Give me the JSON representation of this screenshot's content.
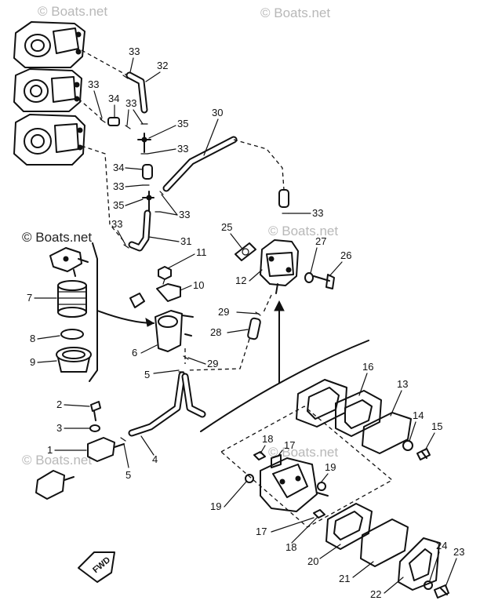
{
  "watermark": "© Boats.net",
  "forward_marker": "FWD",
  "callouts": [
    {
      "id": "c33a",
      "label": "33"
    },
    {
      "id": "c32",
      "label": "32"
    },
    {
      "id": "c33b",
      "label": "33"
    },
    {
      "id": "c34a",
      "label": "34"
    },
    {
      "id": "c33c",
      "label": "33"
    },
    {
      "id": "c35a",
      "label": "35"
    },
    {
      "id": "c33d",
      "label": "33"
    },
    {
      "id": "c30",
      "label": "30"
    },
    {
      "id": "c34b",
      "label": "34"
    },
    {
      "id": "c33e",
      "label": "33"
    },
    {
      "id": "c35b",
      "label": "35"
    },
    {
      "id": "c33f",
      "label": "33"
    },
    {
      "id": "c33g",
      "label": "33"
    },
    {
      "id": "c33h",
      "label": "33"
    },
    {
      "id": "c31",
      "label": "31"
    },
    {
      "id": "c25",
      "label": "25"
    },
    {
      "id": "c27",
      "label": "27"
    },
    {
      "id": "c26",
      "label": "26"
    },
    {
      "id": "c12",
      "label": "12"
    },
    {
      "id": "c11",
      "label": "11"
    },
    {
      "id": "c10",
      "label": "10"
    },
    {
      "id": "c7",
      "label": "7"
    },
    {
      "id": "c8",
      "label": "8"
    },
    {
      "id": "c9",
      "label": "9"
    },
    {
      "id": "c6",
      "label": "6"
    },
    {
      "id": "c29a",
      "label": "29"
    },
    {
      "id": "c28",
      "label": "28"
    },
    {
      "id": "c29b",
      "label": "29"
    },
    {
      "id": "c5a",
      "label": "5"
    },
    {
      "id": "c16",
      "label": "16"
    },
    {
      "id": "c13",
      "label": "13"
    },
    {
      "id": "c14",
      "label": "14"
    },
    {
      "id": "c15",
      "label": "15"
    },
    {
      "id": "c2",
      "label": "2"
    },
    {
      "id": "c3",
      "label": "3"
    },
    {
      "id": "c1",
      "label": "1"
    },
    {
      "id": "c4",
      "label": "4"
    },
    {
      "id": "c5b",
      "label": "5"
    },
    {
      "id": "c18a",
      "label": "18"
    },
    {
      "id": "c17a",
      "label": "17"
    },
    {
      "id": "c19a",
      "label": "19"
    },
    {
      "id": "c19b",
      "label": "19"
    },
    {
      "id": "c17b",
      "label": "17"
    },
    {
      "id": "c18b",
      "label": "18"
    },
    {
      "id": "c20",
      "label": "20"
    },
    {
      "id": "c21",
      "label": "21"
    },
    {
      "id": "c22",
      "label": "22"
    },
    {
      "id": "c24",
      "label": "24"
    },
    {
      "id": "c23",
      "label": "23"
    }
  ]
}
